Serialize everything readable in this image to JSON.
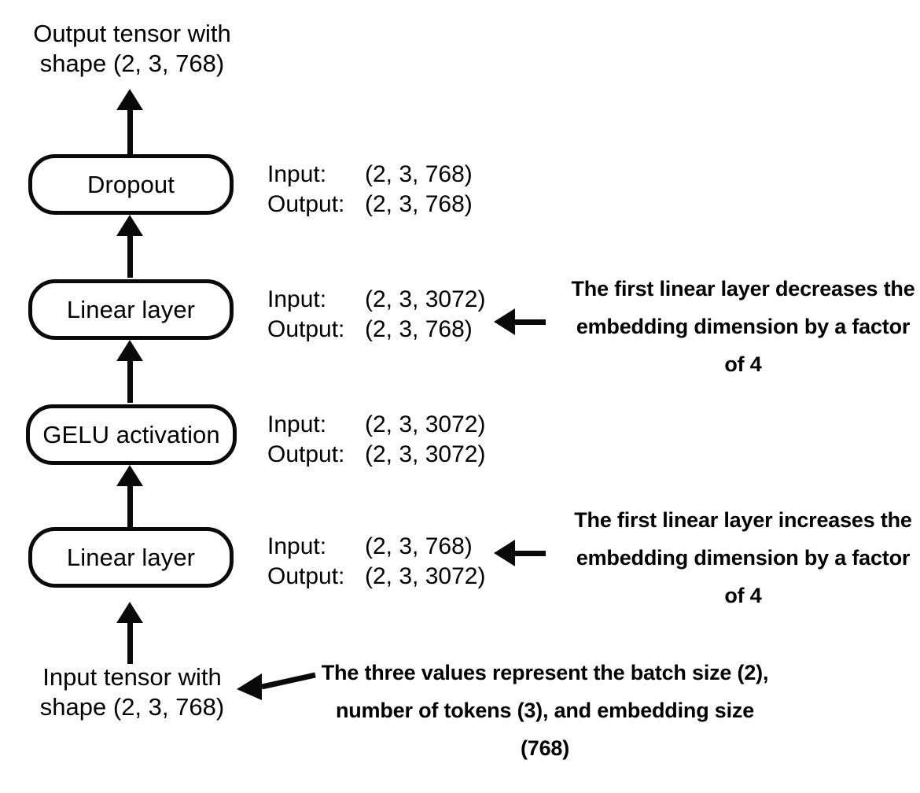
{
  "diagram": {
    "title_top": "Output tensor with\nshape (2, 3, 768)",
    "title_bottom": "Input tensor with\nshape (2, 3, 768)",
    "input_label": "Input:",
    "output_label": "Output:",
    "nodes": [
      {
        "id": "dropout",
        "label": "Dropout"
      },
      {
        "id": "linear-2",
        "label": "Linear layer"
      },
      {
        "id": "gelu",
        "label": "GELU activation"
      },
      {
        "id": "linear-1",
        "label": "Linear layer"
      }
    ],
    "shapes": [
      {
        "for": "dropout",
        "input": "(2, 3, 768)",
        "output": "(2, 3, 768)"
      },
      {
        "for": "linear-2",
        "input": "(2, 3, 3072)",
        "output": "(2, 3, 768)"
      },
      {
        "for": "gelu",
        "input": "(2, 3, 3072)",
        "output": "(2, 3, 3072)"
      },
      {
        "for": "linear-1",
        "input": "(2, 3, 768)",
        "output": "(2, 3, 3072)"
      }
    ],
    "notes": [
      {
        "id": "note-decrease",
        "text": "The first linear layer decreases the embedding dimension by a factor of 4"
      },
      {
        "id": "note-increase",
        "text": "The first linear layer increases the embedding dimension by a factor of 4"
      },
      {
        "id": "note-values",
        "text": "The three values represent the batch size (2), number of tokens (3), and embedding size (768)"
      }
    ],
    "colors": {
      "stroke": "#0a0a0a",
      "fill": "#ffffff",
      "text": "#000000"
    }
  }
}
